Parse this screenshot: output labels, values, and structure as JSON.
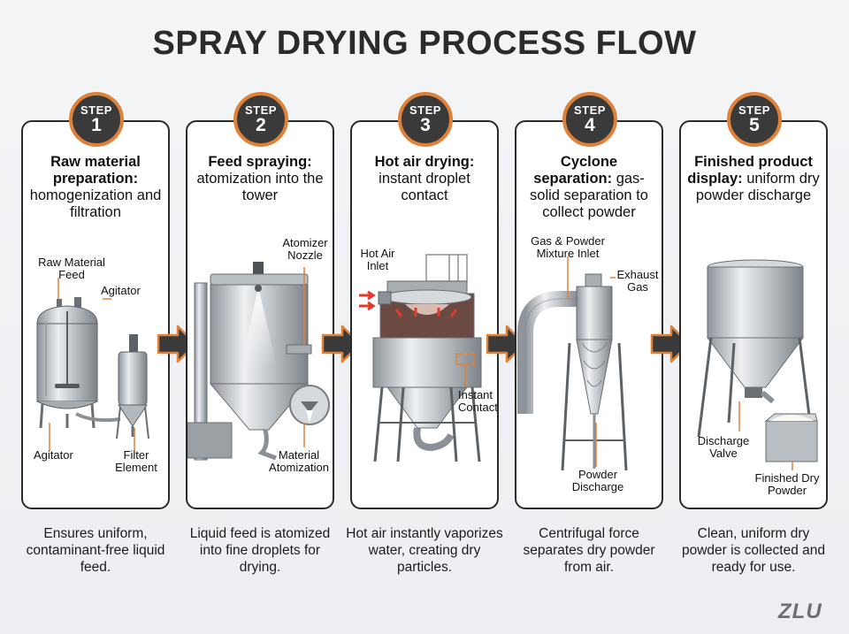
{
  "title": "SPRAY DRYING PROCESS FLOW",
  "step_label": "STEP",
  "steps": [
    {
      "num": "1",
      "heading_bold": "Raw material preparation:",
      "heading_rest": " homogenization and filtration",
      "description": "Ensures uniform, contaminant-free liquid feed.",
      "callouts": [
        "Raw Material Feed",
        "Agitator",
        "Agitator",
        "Filter Element"
      ]
    },
    {
      "num": "2",
      "heading_bold": "Feed spraying:",
      "heading_rest": " atomization into the tower",
      "description": "Liquid feed is atomized into fine droplets for drying.",
      "callouts": [
        "Atomizer Nozzle",
        "Material Atomization"
      ]
    },
    {
      "num": "3",
      "heading_bold": "Hot air drying:",
      "heading_rest": " instant droplet contact",
      "description": "Hot air instantly vaporizes water, creating dry particles.",
      "callouts": [
        "Hot Air Inlet",
        "Instant Contact"
      ]
    },
    {
      "num": "4",
      "heading_bold": "Cyclone separation:",
      "heading_rest": " gas-solid separation to collect powder",
      "description": "Centrifugal force separates dry powder from air.",
      "callouts": [
        "Gas & Powder Mixture Inlet",
        "Exhaust Gas",
        "Powder Discharge"
      ]
    },
    {
      "num": "5",
      "heading_bold": "Finished product display:",
      "heading_rest": " uniform dry powder discharge",
      "description": "Clean, uniform dry powder is collected and ready for use.",
      "callouts": [
        "Discharge Valve",
        "Finished Dry Powder"
      ]
    }
  ],
  "logo": "ZLU",
  "colors": {
    "accent": "#e0813a",
    "dark": "#3a3a3a",
    "hot_air": "#e23b2b"
  }
}
